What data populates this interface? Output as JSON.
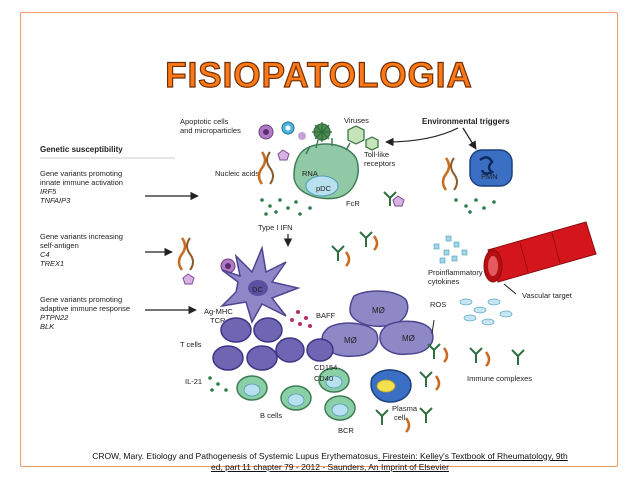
{
  "title": "FISIOPATOLOGIA",
  "genetic": {
    "heading": "Genetic susceptibility",
    "groups": [
      {
        "desc1": "Gene variants promoting",
        "desc2": "innate immune activation",
        "genes": [
          "IRF5",
          "TNFAIP3"
        ]
      },
      {
        "desc1": "Gene variants increasing",
        "desc2": "self-antigen",
        "genes": [
          "C4",
          "TREX1"
        ]
      },
      {
        "desc1": "Gene variants promoting",
        "desc2": "adaptive immune response",
        "genes": [
          "PTPN22",
          "BLK"
        ]
      }
    ]
  },
  "labels": {
    "apoptotic1": "Apoptotic cells",
    "apoptotic2": "and microparticles",
    "viruses": "Viruses",
    "env": "Environmental triggers",
    "nucleic": "Nucleic acids",
    "rna": "RNA",
    "pdc": "pDC",
    "tlr1": "Toll-like",
    "tlr2": "receptors",
    "pmn": "PMN",
    "fcr": "FcR",
    "ifn": "Type I IFN",
    "dc": "DC",
    "agmhc": "Ag-MHC",
    "tcr": "TCR",
    "baff": "BAFF",
    "mo": "MØ",
    "proinfl1": "Proinflammatory",
    "proinfl2": "cytokines",
    "vascular": "Vascular target",
    "ros": "ROS",
    "tcells": "T cells",
    "il21": "IL-21",
    "cd154": "CD154",
    "cd40": "CD40",
    "bcells": "B cells",
    "bcr": "BCR",
    "plasma1": "Plasma",
    "plasma2": "cell",
    "immune": "Immune complexes"
  },
  "citation": {
    "part1": "CROW, Mary. Etiology and Pathogenesis of Systemic Lupus Erythematosus",
    "link": ". Firestein: Kelley's Textbook of Rheumatology, 9th",
    "line2": "ed, part 11 chapter 79 - 2012 - Saunders, An Imprint of Elsevier"
  },
  "colors": {
    "title_fill": "#ff7a17",
    "title_outline": "#6e2f07",
    "frame": "#f29a6a",
    "pdc_cell": "#8fc9a6",
    "t_cell": "#6f66b3",
    "b_cell": "#8bcfa7",
    "macrophage": "#8e88c6",
    "vascular": "#d4161c",
    "dna_orange": "#c96a1e",
    "antibody_green": "#2f6e3f"
  }
}
